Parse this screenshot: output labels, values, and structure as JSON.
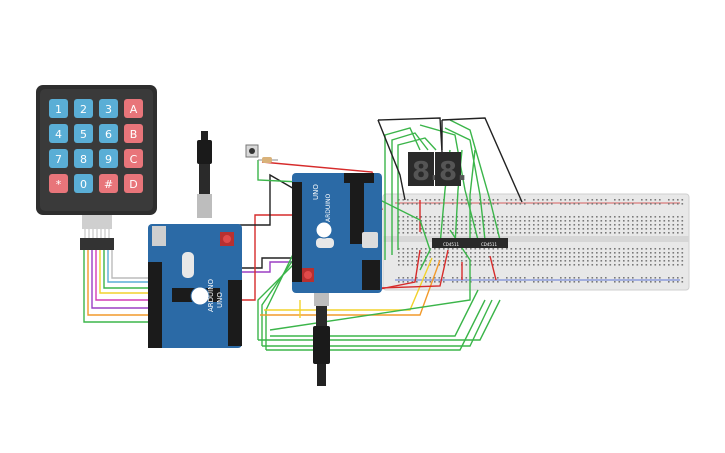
{
  "keypad": {
    "rows": [
      [
        "1",
        "2",
        "3",
        "A"
      ],
      [
        "4",
        "5",
        "6",
        "B"
      ],
      [
        "7",
        "8",
        "9",
        "C"
      ],
      [
        "*",
        "0",
        "#",
        "D"
      ]
    ],
    "digit_color": "#5aaed6",
    "letter_color": "#e8757a"
  },
  "arduino_left": {
    "brand": "ARDUINO",
    "model": "UNO"
  },
  "arduino_right": {
    "brand": "ARDUINO",
    "model": "UNO"
  },
  "seven_segment": {
    "digits": [
      "8.",
      "8."
    ]
  },
  "chips": [
    {
      "label": "CD4511"
    },
    {
      "label": "CD4511"
    }
  ],
  "colors": {
    "board_blue": "#2b6aa6",
    "breadboard": "#e6e6e6",
    "wire_green": "#3bb54a",
    "wire_red": "#d62b2b",
    "wire_orange": "#f29a2b",
    "wire_yellow": "#f2d22b",
    "wire_purple": "#9b3fc4",
    "wire_magenta": "#d43cb6",
    "wire_black": "#222222"
  }
}
